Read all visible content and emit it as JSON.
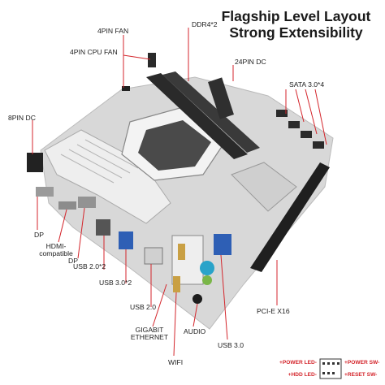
{
  "headline": {
    "line1": "Flagship Level Layout",
    "line2": "Strong Extensibility"
  },
  "colors": {
    "accent": "#d4262c",
    "board_base": "#dcdcdc",
    "heatsink": "#e9e9e9",
    "dark": "#2a2a2a",
    "usb3": "#2e5fb5",
    "gold": "#c9a044"
  },
  "labels": {
    "fan_4pin": "4PIN FAN",
    "ddr4": "DDR4*2",
    "cpu_fan_4pin": "4PIN CPU FAN",
    "dc_24pin": "24PIN DC",
    "sata": "SATA 3.0*4",
    "dc_8pin": "8PIN DC",
    "dp1": "DP",
    "hdmi_line1": "HDMI-",
    "hdmi_line2": "compatible",
    "dp2": "DP",
    "usb20x2": "USB 2.0*2",
    "usb30x2": "USB 3.0*2",
    "usb20": "USB 2.0",
    "gigabit_line1": "GIGABIT",
    "gigabit_line2": "ETHERNET",
    "audio": "AUDIO",
    "usb30": "USB 3.0",
    "pcie": "PCI-E X16",
    "wifi": "WIFI"
  },
  "front_panel": {
    "power_led_minus": "+POWER LED-",
    "power_sw_plus": "+POWER SW-",
    "hdd_led_plus": "+HDD LED-",
    "reset_sw_plus": "+RESET SW-"
  }
}
